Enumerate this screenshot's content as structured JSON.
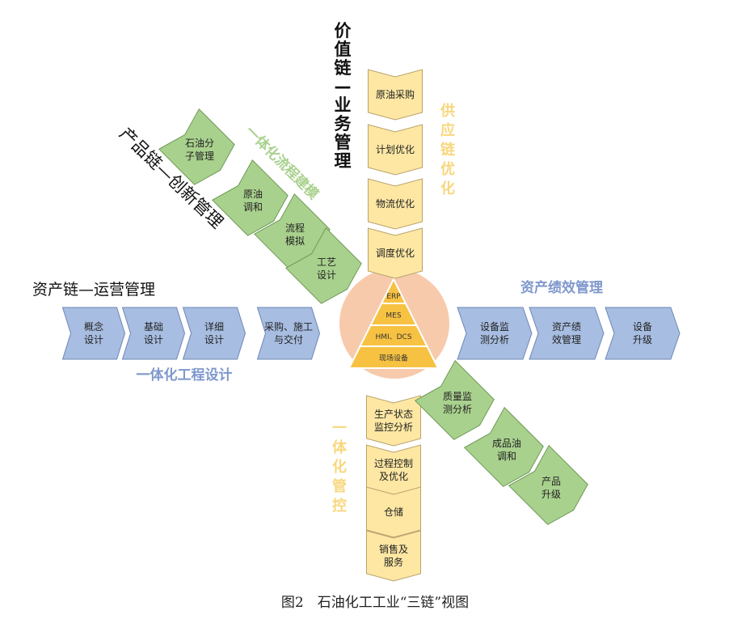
{
  "caption": "图2　石油化工工业“三链”视图",
  "colors": {
    "blue_fill": "#a7bde1",
    "blue_stroke": "#6f87b6",
    "blue_text": "#7f98cc",
    "green_fill": "#a9d18e",
    "green_stroke": "#6e9a55",
    "green_text": "#a9d18e",
    "yellow_fill": "#fde7a3",
    "yellow_stroke": "#b9a26b",
    "yellow_text": "#f8d77e",
    "circle": "#f7caac",
    "pyramid": "#f7c242",
    "pyramid_stroke": "#ffffff"
  },
  "labels": {
    "value_chain": [
      "价",
      "值",
      "链",
      "—",
      "业",
      "务",
      "管",
      "理"
    ],
    "product_chain": "产品链—创新管理",
    "asset_chain": "资产链—运营管理",
    "supply_chain_opt": [
      "供",
      "应",
      "链",
      "优",
      "化"
    ],
    "integrated_process_modeling": "一体化流程建模",
    "asset_performance_mgmt": "资产绩效管理",
    "integrated_engineering_design": "一体化工程设计",
    "integrated_control": [
      "一",
      "体",
      "化",
      "管",
      "控"
    ]
  },
  "pyramid_levels": [
    "ERP",
    "MES",
    "HMI、DCS",
    "现场设备"
  ],
  "arms": {
    "top": [
      [
        "原油采购"
      ],
      [
        "计划优化"
      ],
      [
        "物流优化"
      ],
      [
        "调度优化"
      ]
    ],
    "bottom": [
      [
        "生产状态",
        "监控分析"
      ],
      [
        "过程控制",
        "及优化"
      ],
      [
        "仓储"
      ],
      [
        "销售及",
        "服务"
      ]
    ],
    "left": [
      [
        "概念",
        "设计"
      ],
      [
        "基础",
        "设计"
      ],
      [
        "详细",
        "设计"
      ],
      [
        "采购、施工",
        "与交付"
      ]
    ],
    "right": [
      [
        "设备监",
        "测分析"
      ],
      [
        "资产绩",
        "效管理"
      ],
      [
        "设备",
        "升级"
      ]
    ],
    "upper_left": [
      [
        "石油分",
        "子管理"
      ],
      [
        "原油",
        "调和"
      ],
      [
        "流程",
        "模拟"
      ],
      [
        "工艺",
        "设计"
      ]
    ],
    "lower_right": [
      [
        "质量监",
        "测分析"
      ],
      [
        "成品油",
        "调和"
      ],
      [
        "产品",
        "升级"
      ]
    ]
  }
}
